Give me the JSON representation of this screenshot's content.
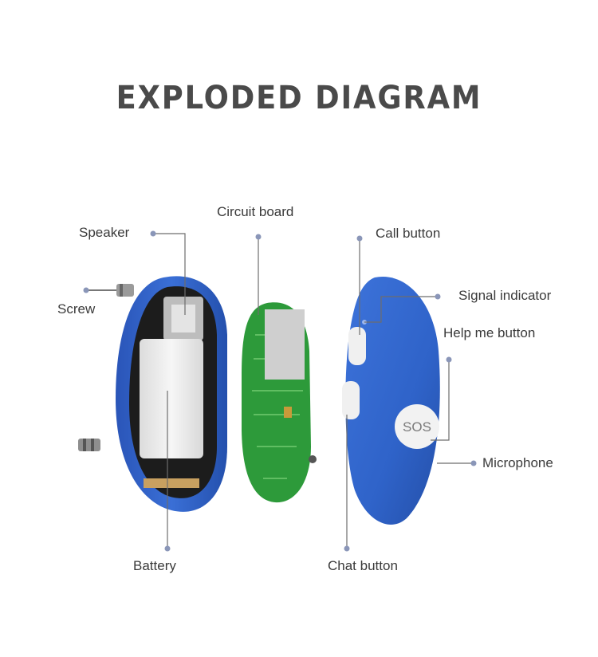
{
  "title": "EXPLODED  DIAGRAM",
  "labels": {
    "speaker": "Speaker",
    "screw": "Screw",
    "circuit_board": "Circuit board",
    "battery": "Battery",
    "call_button": "Call button",
    "signal_indicator": "Signal indicator",
    "help_me_button": "Help me button",
    "microphone": "Microphone",
    "chat_button": "Chat button"
  },
  "device": {
    "sos_text": "SOS"
  },
  "colors": {
    "shell": "#2f5fc4",
    "pcb": "#2d9a3a",
    "leader": "#6d6d6d",
    "dot": "#8a96b8"
  }
}
